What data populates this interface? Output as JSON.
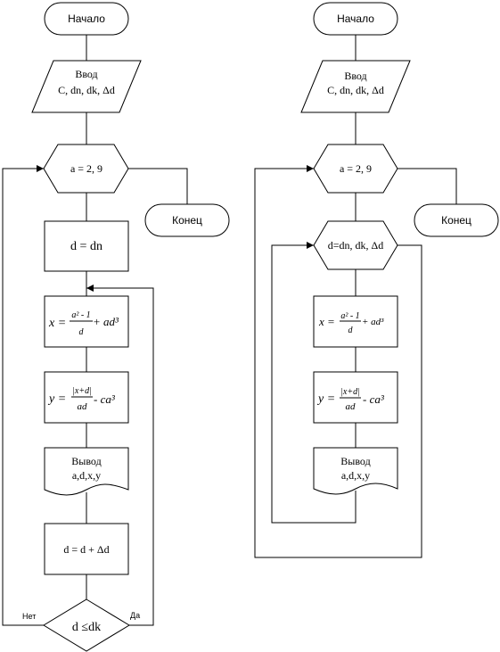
{
  "left": {
    "start": "Начало",
    "input_title": "Ввод",
    "input_vars": "C, dn, dk, Δd",
    "loop": "a = 2, 9",
    "end": "Конец",
    "init": "d = dn",
    "formula_x": {
      "lhs": "x =",
      "num": "a² - 1",
      "den": "d",
      "tail": "+ ad³"
    },
    "formula_y": {
      "lhs": "y =",
      "num": "|x+d|",
      "den": "ad",
      "tail": "- ca³"
    },
    "output_title": "Вывод",
    "output_vars": "a,d,x,y",
    "increment": "d = d + Δd",
    "condition": "d ≤dk",
    "no_label": "Нет",
    "yes_label": "Да"
  },
  "right": {
    "start": "Начало",
    "input_title": "Ввод",
    "input_vars": "C, dn, dk, Δd",
    "loop": "a = 2, 9",
    "end": "Конец",
    "inner_loop": "d=dn, dk, Δd",
    "formula_x": {
      "lhs": "x =",
      "num": "a² - 1",
      "den": "d",
      "tail": "+ ad³"
    },
    "formula_y": {
      "lhs": "y =",
      "num": "|x+d|",
      "den": "ad",
      "tail": "- ca³"
    },
    "output_title": "Вывод",
    "output_vars": "a,d,x,y"
  }
}
